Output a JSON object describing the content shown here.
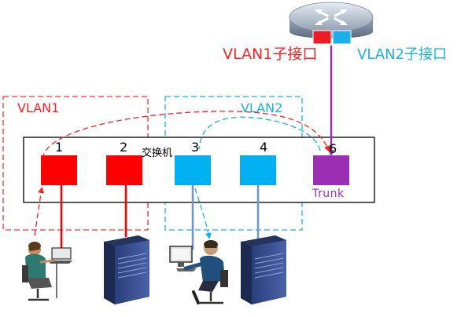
{
  "router": {
    "subinterface_vlan1_label": "VLAN1子接口",
    "subinterface_vlan2_label": "VLAN2子接口",
    "subinterface_vlan1_color": "#ee1c24",
    "subinterface_vlan2_color": "#1ab0e8"
  },
  "switch": {
    "label": "交换机",
    "ports": [
      {
        "number": "1",
        "vlan": "VLAN1",
        "color": "#ff0000"
      },
      {
        "number": "2",
        "vlan": "VLAN1",
        "color": "#ff0000"
      },
      {
        "number": "3",
        "vlan": "VLAN2",
        "color": "#00b0f0"
      },
      {
        "number": "4",
        "vlan": "VLAN2",
        "color": "#00b0f0"
      },
      {
        "number": "6",
        "vlan": "Trunk",
        "color": "#9b2fb4"
      }
    ],
    "trunk_label": "Trunk"
  },
  "vlans": [
    {
      "name": "VLAN1",
      "color": "#ff2020"
    },
    {
      "name": "VLAN2",
      "color": "#1ab0e8"
    }
  ],
  "hosts": [
    {
      "icon": "user-at-laptop-icon",
      "port": "1"
    },
    {
      "icon": "server-icon",
      "port": "2"
    },
    {
      "icon": "user-at-desktop-icon",
      "port": "3"
    },
    {
      "icon": "server-icon",
      "port": "4"
    }
  ],
  "router_icon": "router-icon"
}
